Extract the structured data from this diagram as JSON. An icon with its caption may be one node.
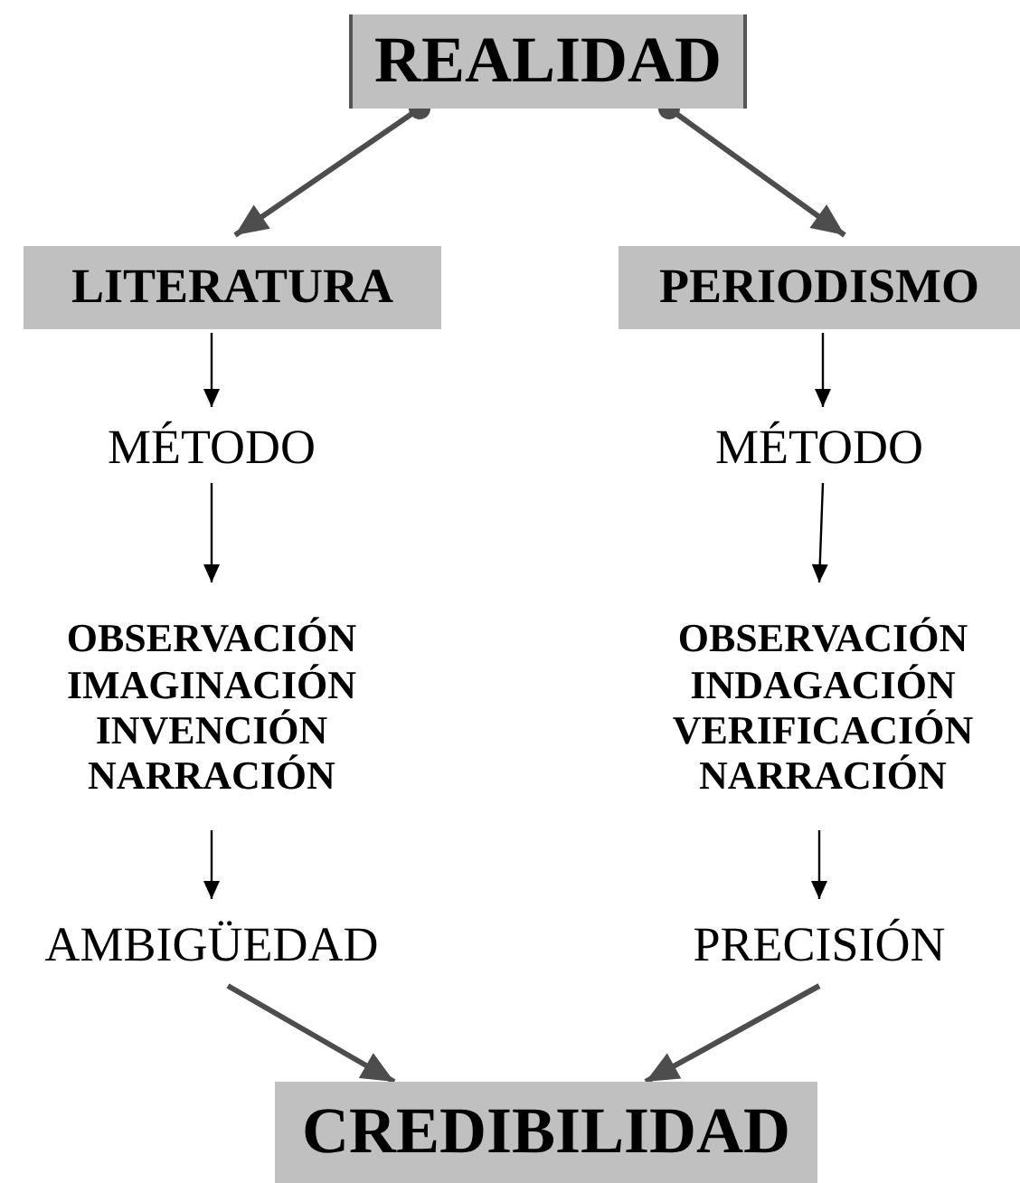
{
  "diagram": {
    "nodes": [
      {
        "text": [
          "REALIDAD"
        ]
      },
      {
        "text": [
          "LITERATURA"
        ]
      },
      {
        "text": [
          "PERIODISMO"
        ]
      },
      {
        "text": [
          "MÉTODO"
        ]
      },
      {
        "text": [
          "MÉTODO"
        ]
      },
      {
        "text": [
          "OBSERVACIÓN",
          "IMAGINACIÓN",
          "INVENCIÓN",
          "NARRACIÓN"
        ]
      },
      {
        "text": [
          "OBSERVACIÓN",
          "INDAGACIÓN",
          "VERIFICACIÓN",
          "NARRACIÓN"
        ]
      },
      {
        "text": [
          "AMBIGÜEDAD"
        ]
      },
      {
        "text": [
          "PRECISIÓN"
        ]
      },
      {
        "text": [
          "CREDIBILIDAD"
        ]
      }
    ],
    "edges": [
      {
        "from": 0,
        "to": 1,
        "arrow": "to",
        "style": "thick",
        "color": "#4d4d4d"
      },
      {
        "from": 0,
        "to": 2,
        "arrow": "to",
        "style": "thick",
        "color": "#4d4d4d"
      },
      {
        "from": 1,
        "to": 3,
        "arrow": "to"
      },
      {
        "from": 3,
        "to": 5,
        "arrow": "to"
      },
      {
        "from": 5,
        "to": 7,
        "arrow": "to"
      },
      {
        "from": 2,
        "to": 4,
        "arrow": "to"
      },
      {
        "from": 4,
        "to": 6,
        "arrow": "to"
      },
      {
        "from": 6,
        "to": 8,
        "arrow": "to"
      },
      {
        "from": 7,
        "to": 9,
        "arrow": "to",
        "style": "thick",
        "color": "#4d4d4d"
      },
      {
        "from": 8,
        "to": 9,
        "arrow": "to",
        "style": "thick",
        "color": "#4d4d4d"
      }
    ]
  }
}
